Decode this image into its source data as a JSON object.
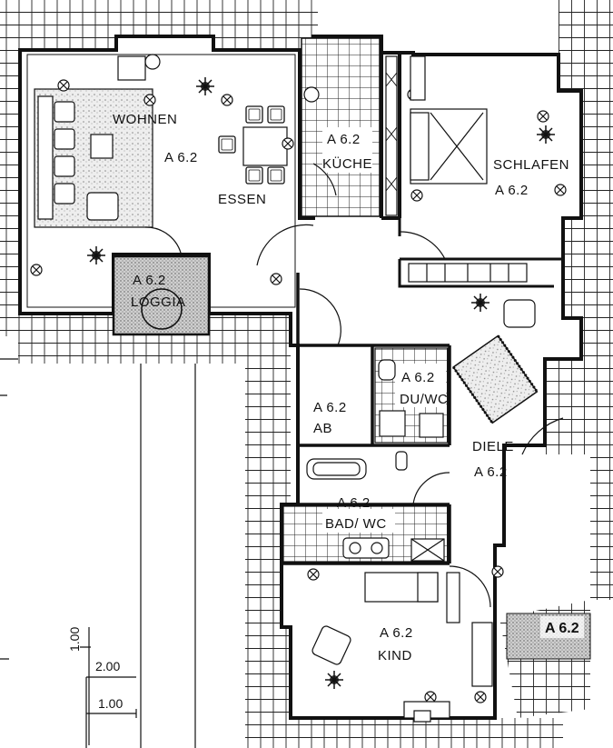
{
  "rooms": {
    "wohnen": {
      "name": "WOHNEN",
      "code": "A 6.2"
    },
    "essen": {
      "name": "ESSEN"
    },
    "kueche": {
      "name": "KÜCHE",
      "code": "A 6.2"
    },
    "schlafen": {
      "name": "SCHLAFEN",
      "code": "A 6.2"
    },
    "loggia": {
      "name": "LOGGIA",
      "code": "A 6.2"
    },
    "ab": {
      "name": "AB",
      "code": "A 6.2"
    },
    "du_wc": {
      "name": "DU/WC",
      "code": "A 6.2"
    },
    "diele": {
      "name": "DIELE",
      "code": "A 6.2"
    },
    "bad_wc": {
      "name": "BAD/ WC",
      "code": "A 6.2"
    },
    "kind": {
      "name": "KIND",
      "code": "A 6.2"
    },
    "neighbor": {
      "code": "A 6.2"
    }
  },
  "scale": {
    "v1": "1.00",
    "v2": "2.00",
    "v3": "1.00"
  },
  "colors": {
    "line": "#111111",
    "tile_fill": "#d0d0d0",
    "paper": "#ffffff"
  },
  "icons": [
    "plant-icon",
    "light-fixture-icon",
    "table-icon",
    "chair-icon",
    "bed-icon",
    "sofa-icon",
    "bathtub-icon",
    "toilet-icon",
    "sink-icon",
    "shower-icon",
    "stove-icon"
  ]
}
